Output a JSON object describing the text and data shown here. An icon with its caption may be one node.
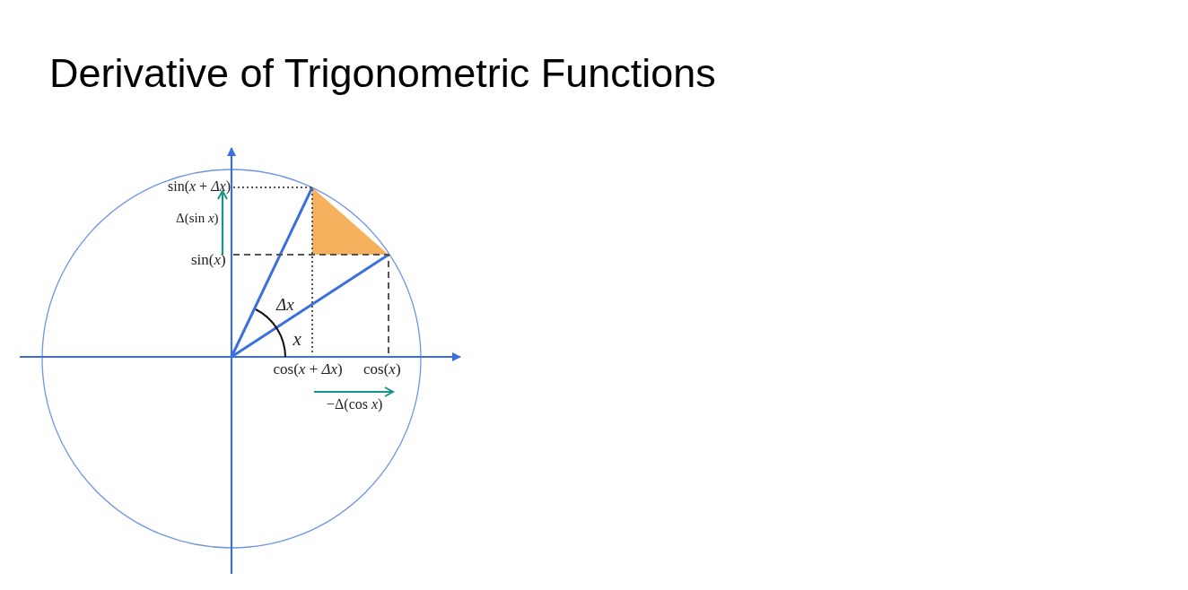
{
  "diagram": {
    "title": "Derivative of Trigonometric Functions",
    "labels": [
      "sin(*x* + *Δx*)",
      "Δ(sin *x*)",
      "sin(*x*)",
      "*Δx*",
      "*x*",
      "cos(*x* + *Δx*)",
      "cos(*x*)",
      "−Δ(cos *x*)"
    ]
  }
}
